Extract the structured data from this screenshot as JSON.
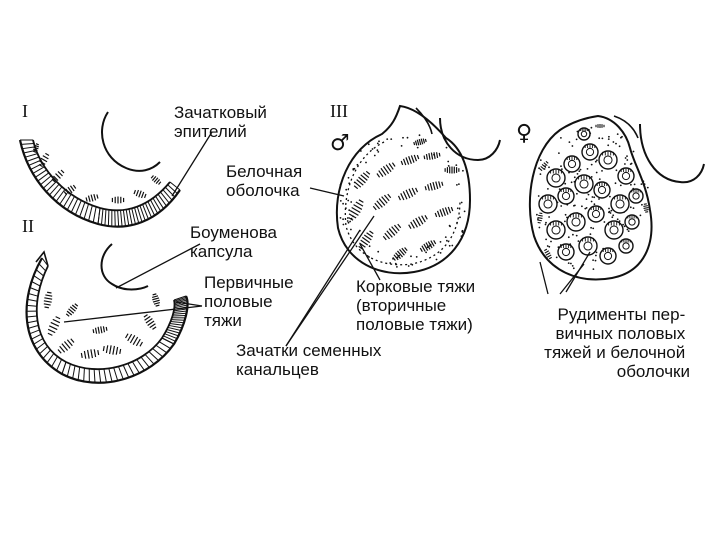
{
  "stage_labels": {
    "stage1": "I",
    "stage2": "II",
    "stage3": "III"
  },
  "symbols": {
    "male": "♂",
    "female": "♀"
  },
  "labels": {
    "germinal_epithelium": [
      "Зачатковый",
      "эпителий"
    ],
    "tunica_albuginea": [
      "Белочная",
      "оболочка"
    ],
    "bowman_capsule": [
      "Боуменова",
      "капсула"
    ],
    "primary_sex_cords": [
      "Первичные",
      "половые",
      "тяжи"
    ],
    "cortical_cords": [
      "Корковые тяжи",
      "(вторичные",
      "половые тяжи)"
    ],
    "seminiferous_rudiments": [
      "Зачатки семенных",
      "канальцев"
    ],
    "rudiments_primary": [
      "Рудименты пер-",
      "вичных половых",
      "тяжей и белочной",
      "оболочки"
    ]
  },
  "colors": {
    "ink": "#111111",
    "background": "#ffffff"
  }
}
